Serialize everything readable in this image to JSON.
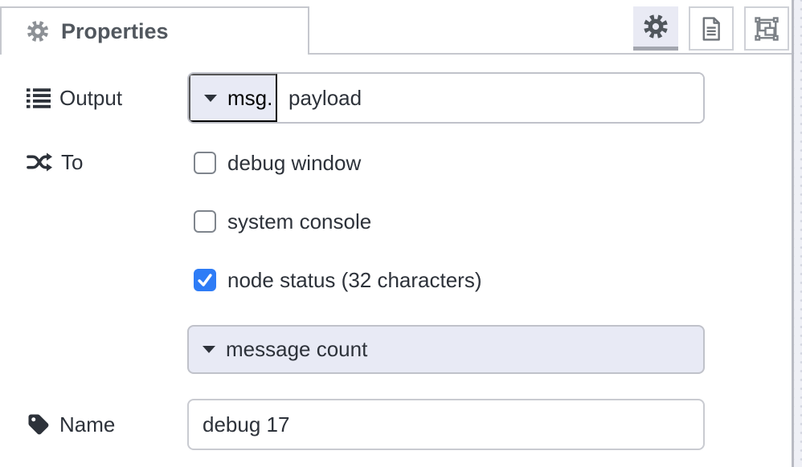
{
  "header": {
    "tab_label": "Properties",
    "tab_icon": "gear-icon",
    "toolbar": [
      {
        "id": "properties",
        "icon": "gear-icon",
        "active": true
      },
      {
        "id": "description",
        "icon": "document-icon",
        "active": false
      },
      {
        "id": "appearance",
        "icon": "appearance-icon",
        "active": false
      }
    ]
  },
  "form": {
    "output": {
      "label": "Output",
      "icon": "list-icon",
      "typed_input": {
        "prefix_label": "msg.",
        "value": "payload"
      }
    },
    "to": {
      "label": "To",
      "icon": "shuffle-icon",
      "options": [
        {
          "label": "debug window",
          "checked": false
        },
        {
          "label": "system console",
          "checked": false
        },
        {
          "label": "node status (32 characters)",
          "checked": true
        }
      ]
    },
    "status": {
      "selected": "message count"
    },
    "name": {
      "label": "Name",
      "icon": "tag-icon",
      "value": "debug 17"
    }
  },
  "colors": {
    "accent_blue": "#2e7cf6",
    "lavender": "#e8eaf5",
    "field_border": "#c0c2ca",
    "tab_text": "#51575e",
    "text": "#2d323a"
  }
}
